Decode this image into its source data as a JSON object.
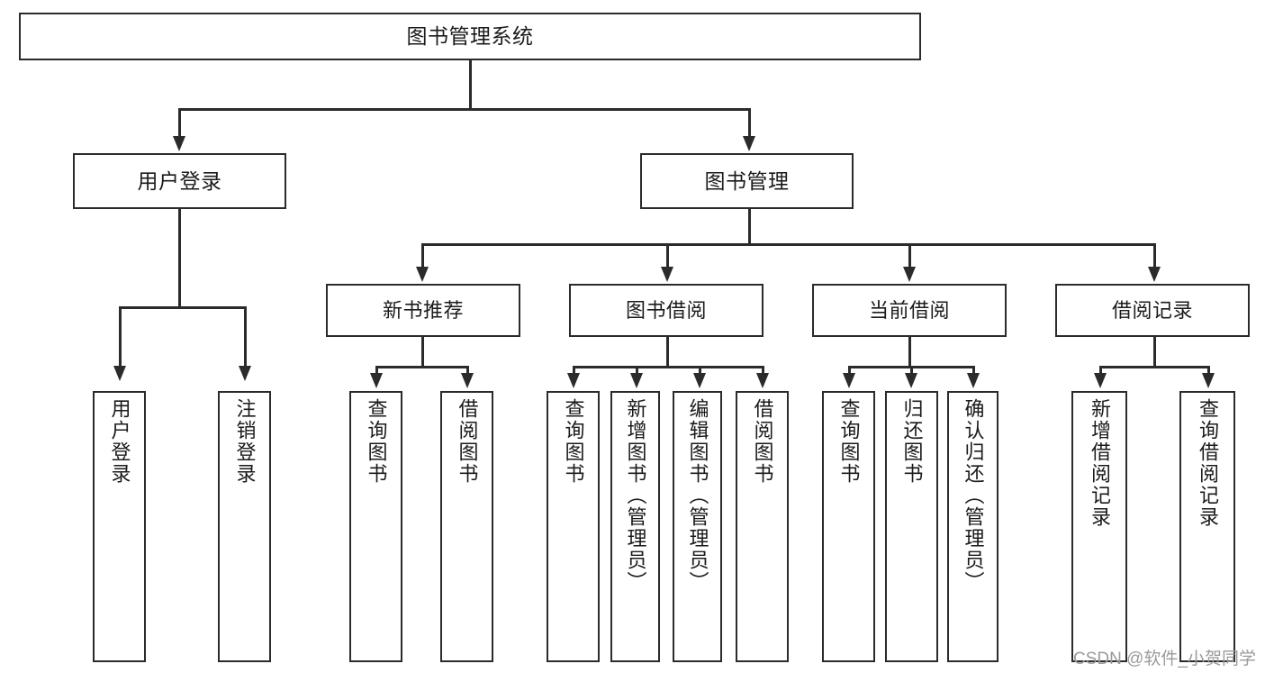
{
  "diagram": {
    "title": "图书管理系统",
    "type": "tree",
    "root": {
      "label": "图书管理系统"
    },
    "level2": [
      {
        "label": "用户登录"
      },
      {
        "label": "图书管理"
      }
    ],
    "level3": [
      {
        "label": "新书推荐"
      },
      {
        "label": "图书借阅"
      },
      {
        "label": "当前借阅"
      },
      {
        "label": "借阅记录"
      }
    ],
    "leaves": {
      "user_login": [
        {
          "label": "用户登录"
        },
        {
          "label": "注销登录"
        }
      ],
      "new_book_recommend": [
        {
          "label": "查询图书"
        },
        {
          "label": "借阅图书"
        }
      ],
      "book_borrow": [
        {
          "label": "查询图书"
        },
        {
          "label": "新增图书（管理员）"
        },
        {
          "label": "编辑图书（管理员）"
        },
        {
          "label": "借阅图书"
        }
      ],
      "current_borrow": [
        {
          "label": "查询图书"
        },
        {
          "label": "归还图书"
        },
        {
          "label": "确认归还（管理员）"
        }
      ],
      "borrow_records": [
        {
          "label": "新增借阅记录"
        },
        {
          "label": "查询借阅记录"
        }
      ]
    }
  },
  "watermark": {
    "text": "CSDN @软件_小贺同学"
  },
  "colors": {
    "stroke": "#2b2b2b",
    "background": "#ffffff",
    "text": "#1b1b1b",
    "watermark": "#9a9a9a"
  }
}
